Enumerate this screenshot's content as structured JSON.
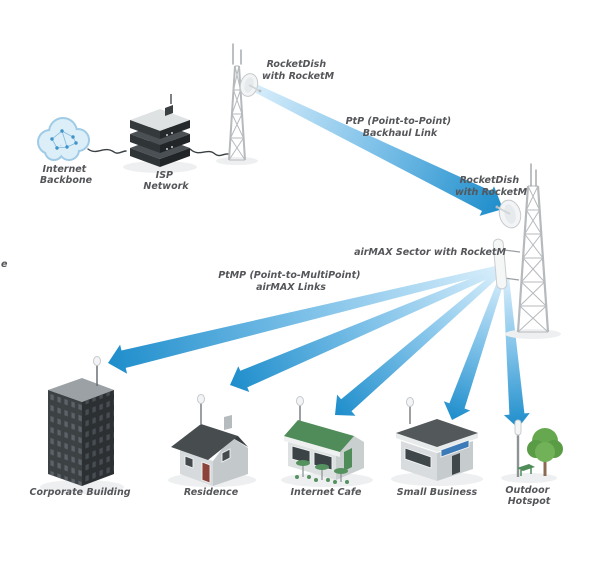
{
  "nodes": {
    "internet_backbone": {
      "line1": "Internet",
      "line2": "Backbone"
    },
    "isp_network": {
      "line1": "ISP",
      "line2": "Network"
    },
    "tower_a_dish": {
      "line1": "RocketDish",
      "line2": "with RocketM"
    },
    "tower_b_dish": {
      "line1": "RocketDish",
      "line2": "with RocketM"
    },
    "tower_b_sector": {
      "label": "airMAX Sector with RocketM"
    }
  },
  "links": {
    "ptp": {
      "line1": "PtP (Point-to-Point)",
      "line2": "Backhaul Link"
    },
    "ptmp": {
      "line1": "PtMP (Point-to-MultiPoint)",
      "line2": "airMAX Links"
    }
  },
  "sites": {
    "corporate": {
      "label": "Corporate Building"
    },
    "residence": {
      "label": "Residence"
    },
    "internet_cafe": {
      "label": "Internet Cafe"
    },
    "small_business": {
      "label": "Small Business"
    },
    "outdoor_hotspot": {
      "line1": "Outdoor",
      "line2": "Hotspot"
    }
  },
  "misc": {
    "edge_fragment": "e"
  },
  "colors": {
    "beam_light": "#d8eefb",
    "beam_mid": "#7cc0e8",
    "beam_dark": "#1d8dcb",
    "label_text": "#54565a",
    "cafe_roof_green": "#4f8c59",
    "sign_blue": "#3d7ab8"
  }
}
